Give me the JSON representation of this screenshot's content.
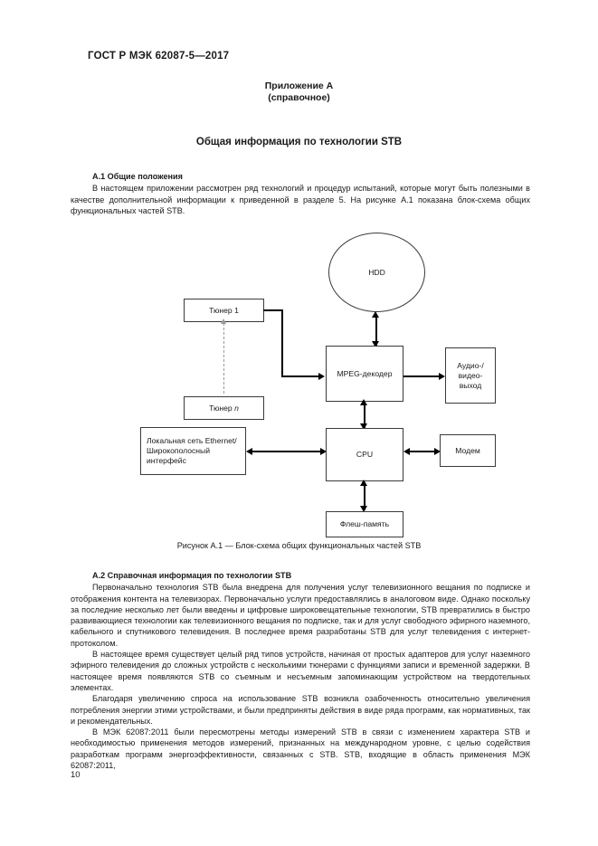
{
  "header": {
    "standard_id": "ГОСТ Р МЭК 62087-5—2017"
  },
  "appendix": {
    "label": "Приложение А",
    "kind": "(справочное)",
    "title": "Общая информация по технологии STB"
  },
  "sections": [
    {
      "heading": "А.1 Общие положения",
      "paragraphs": [
        "В настоящем приложении рассмотрен ряд технологий и процедур испытаний, которые могут быть полезными в качестве дополнительной информации к приведенной в разделе 5. На рисунке А.1 показана блок-схема общих функциональных частей STB."
      ]
    },
    {
      "heading": "А.2 Справочная информация по технологии STB",
      "paragraphs": [
        "Первоначально технология STB была внедрена для получения услуг телевизионного вещания по подписке и отображения контента на телевизорах. Первоначально услуги предоставлялись в аналоговом виде. Однако поскольку за последние несколько лет были введены и цифровые широковещательные технологии, STB превратились в быстро развивающиеся технологии как телевизионного вещания по подписке, так и для услуг свободного эфирного наземного, кабельного и спутникового телевидения. В последнее время разработаны STB для услуг телевидения с интернет-протоколом.",
        "В настоящее время существует целый ряд типов устройств, начиная от простых адаптеров для услуг наземного эфирного телевидения до сложных устройств с несколькими тюнерами с функциями записи и временной задержки. В настоящее время появляются STB со съемным и несъемным запоминающим устройством на твердотельных элементах.",
        "Благодаря увеличению спроса на использование STB возникла озабоченность относительно увеличения потребления энергии этими устройствами, и были предприняты действия в виде ряда программ, как нормативных, так и рекомендательных.",
        "В МЭК 62087:2011 были пересмотрены методы измерений STB в связи с изменением характера STB и необходимостью применения методов измерений, признанных на международном уровне, с целью содействия разработкам программ энергоэффективности, связанных с STB. STB, входящие в область применения МЭК 62087:2011,"
      ]
    }
  ],
  "figure": {
    "caption": "Рисунок А.1 — Блок-схема общих функциональных частей STB",
    "nodes": {
      "hdd": "HDD",
      "tuner1": "Тюнер 1",
      "tuner_n_prefix": "Тюнер ",
      "tuner_n_italic": "n",
      "mpeg_decoder": "MPEG-декодер",
      "av_out_line1": "Аудио-/",
      "av_out_line2": "видео-",
      "av_out_line3": "выход",
      "lan_line1": "Локальная сеть Ethernet/",
      "lan_line2": "Широкополосный",
      "lan_line3": "интерфейс",
      "cpu": "CPU",
      "modem": "Модем",
      "flash": "Флеш-память"
    }
  },
  "page_number": "10"
}
